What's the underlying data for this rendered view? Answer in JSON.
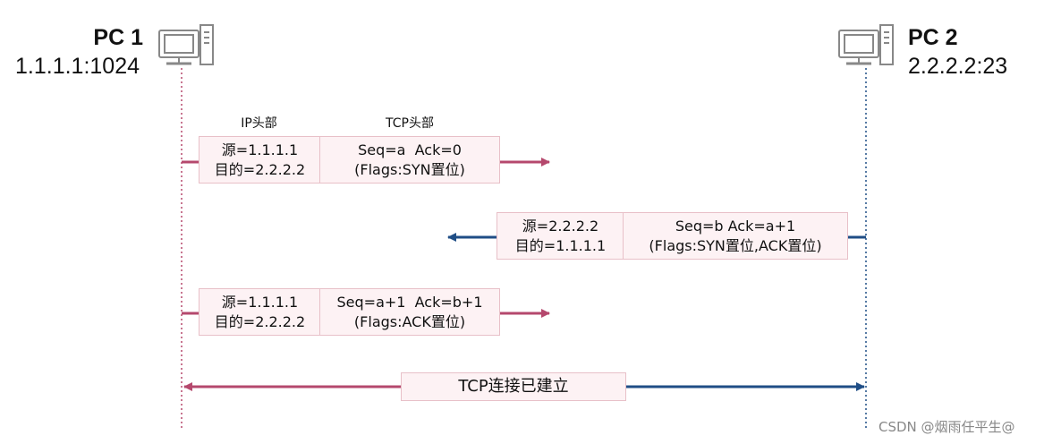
{
  "pc1": {
    "name": "PC 1",
    "address": "1.1.1.1:1024",
    "icon": "computer-icon"
  },
  "pc2": {
    "name": "PC 2",
    "address": "2.2.2.2:23",
    "icon": "computer-icon"
  },
  "header_labels": {
    "ip": "IP头部",
    "tcp": "TCP头部"
  },
  "segments": [
    {
      "direction": "pc1-to-pc2",
      "ip_line1": "源=1.1.1.1",
      "ip_line2": "目的=2.2.2.2",
      "tcp_line1": "Seq=a  Ack=0",
      "tcp_line2": "(Flags:SYN置位)"
    },
    {
      "direction": "pc2-to-pc1",
      "ip_line1": "源=2.2.2.2",
      "ip_line2": "目的=1.1.1.1",
      "tcp_line1": "Seq=b Ack=a+1",
      "tcp_line2": "(Flags:SYN置位,ACK置位)"
    },
    {
      "direction": "pc1-to-pc2",
      "ip_line1": "源=1.1.1.1",
      "ip_line2": "目的=2.2.2.2",
      "tcp_line1": "Seq=a+1  Ack=b+1",
      "tcp_line2": "(Flags:ACK置位)"
    }
  ],
  "established": {
    "label": "TCP连接已建立"
  },
  "watermark": "CSDN @烟雨任平生@",
  "colors": {
    "pc1": "#b5486d",
    "pc2": "#1f4e86",
    "box_fill": "#fdf2f4",
    "box_border": "#e8c0c8"
  }
}
